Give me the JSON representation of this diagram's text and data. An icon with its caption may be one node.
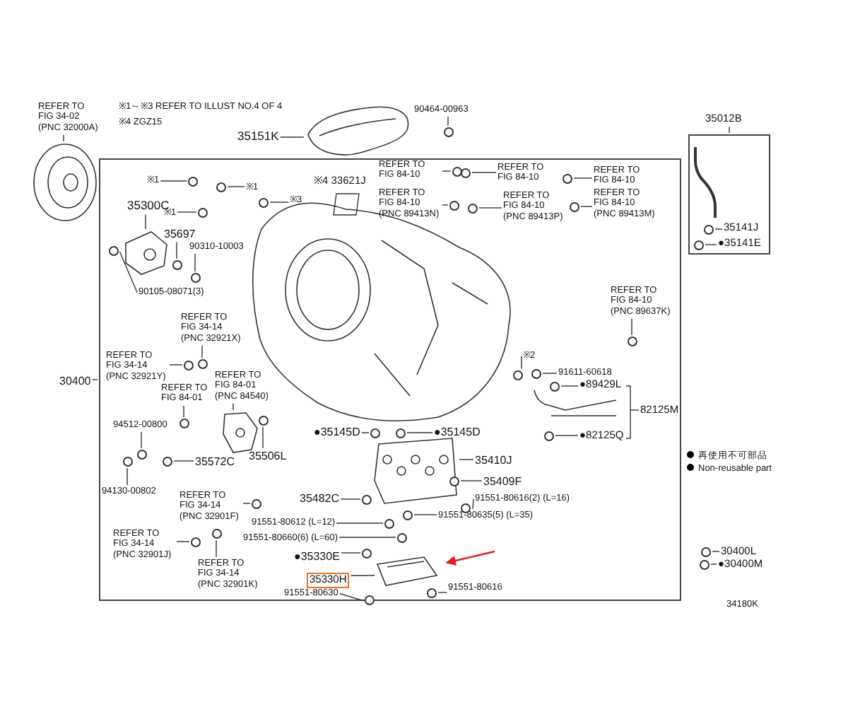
{
  "diagram": {
    "nodes": [
      {
        "text": [
          "REFER TO FIG 34-02 (PNC 32000A)"
        ]
      },
      {
        "text": [
          "35151K"
        ]
      },
      {
        "text": [
          "90464-00963"
        ]
      },
      {
        "text": [
          "35012B"
        ]
      },
      {
        "text": [],
        "shape": "box"
      },
      {
        "text": [
          "35141J"
        ],
        "in": 4
      },
      {
        "text": [
          "●35141E"
        ],
        "in": 4
      },
      {
        "text": [],
        "shape": "box"
      },
      {
        "text": [
          "※1"
        ],
        "in": 7
      },
      {
        "text": [
          "※1"
        ],
        "in": 7
      },
      {
        "text": [
          "※3"
        ],
        "in": 7
      },
      {
        "text": [
          "※1"
        ],
        "in": 7
      },
      {
        "text": [
          "35300C"
        ],
        "in": 7
      },
      {
        "text": [
          "35697"
        ],
        "in": 7
      },
      {
        "text": [
          "90310-10003"
        ],
        "in": 7
      },
      {
        "text": [
          "90105-08071(3)"
        ],
        "in": 7
      },
      {
        "text": [
          "REFER TO FIG 84-10"
        ],
        "in": 7
      },
      {
        "text": [
          "REFER TO FIG 84-10"
        ],
        "in": 7
      },
      {
        "text": [
          "REFER TO FIG 84-10 (PNC 89413N)"
        ],
        "in": 7
      },
      {
        "text": [
          "REFER TO FIG 84-10 (PNC 89413P)"
        ],
        "in": 7
      },
      {
        "text": [
          "REFER TO FIG 84-10"
        ],
        "in": 7
      },
      {
        "text": [
          "REFER TO FIG 84-10 (PNC 89413M)"
        ],
        "in": 7
      },
      {
        "text": [
          "REFER TO FIG 84-10 (PNC 89637K)"
        ],
        "in": 7
      },
      {
        "text": [
          "REFER TO FIG 34-14 (PNC 32921X)"
        ],
        "in": 7
      },
      {
        "text": [
          "REFER TO FIG 34-14 (PNC 32921Y)"
        ],
        "in": 7
      },
      {
        "text": [
          "REFER TO FIG 84-01 (PNC 84540)"
        ],
        "in": 7
      },
      {
        "text": [
          "REFER TO FIG 84-01"
        ],
        "in": 7
      },
      {
        "text": [
          "※2"
        ],
        "in": 7
      },
      {
        "text": [
          "91611-60618"
        ],
        "in": 7
      },
      {
        "text": [
          "●89429L"
        ],
        "in": 7
      },
      {
        "text": [
          "82125M"
        ],
        "in": 7
      },
      {
        "text": [
          "●82125Q"
        ],
        "in": 7
      },
      {
        "text": [
          "94512-00800"
        ],
        "in": 7
      },
      {
        "text": [
          "●35145D"
        ],
        "in": 7
      },
      {
        "text": [
          "●35145D"
        ],
        "in": 7
      },
      {
        "text": [
          "35410J"
        ],
        "in": 7
      },
      {
        "text": [
          "35572C"
        ],
        "in": 7
      },
      {
        "text": [
          "35506L"
        ],
        "in": 7
      },
      {
        "text": [
          "35409F"
        ],
        "in": 7
      },
      {
        "text": [
          "94130-00802"
        ],
        "in": 7
      },
      {
        "text": [
          "REFER TO FIG 34-14 (PNC 32901F)"
        ],
        "in": 7
      },
      {
        "text": [
          "35482C"
        ],
        "in": 7
      },
      {
        "text": [
          "91551-80616(2) (L=16)"
        ],
        "in": 7
      },
      {
        "text": [
          "91551-80612 (L=12)"
        ],
        "in": 7
      },
      {
        "text": [
          "91551-80635(5) (L=35)"
        ],
        "in": 7
      },
      {
        "text": [
          "REFER TO FIG 34-14 (PNC 32901J)"
        ],
        "in": 7
      },
      {
        "text": [
          "91551-80660(6) (L=60)"
        ],
        "in": 7
      },
      {
        "text": [
          "●35330E"
        ],
        "in": 7
      },
      {
        "text": [
          "REFER TO FIG 34-14 (PNC 32901K)"
        ],
        "in": 7
      },
      {
        "text": [
          "35330H"
        ],
        "in": 7
      },
      {
        "text": [
          "91551-80630"
        ],
        "in": 7
      },
      {
        "text": [
          "91551-80616"
        ],
        "in": 7
      },
      {
        "text": [
          "30400"
        ]
      },
      {
        "text": [
          "30400L"
        ]
      },
      {
        "text": [
          "●30400M"
        ]
      },
      {
        "text": [],
        "shape": "picture"
      },
      {
        "text": [],
        "shape": "picture"
      },
      {
        "text": [],
        "shape": "circle"
      },
      {
        "text": [],
        "shape": "circle",
        "in": 4
      },
      {
        "text": [],
        "shape": "circle",
        "in": 4
      },
      {
        "text": [],
        "shape": "circle",
        "in": 7
      },
      {
        "text": [],
        "shape": "circle",
        "in": 7
      },
      {
        "text": [],
        "shape": "circle",
        "in": 7
      },
      {
        "text": [],
        "shape": "circle",
        "in": 7
      },
      {
        "text": [],
        "shape": "picture",
        "in": 7
      },
      {
        "text": [],
        "shape": "circle",
        "in": 7
      },
      {
        "text": [],
        "shape": "circle",
        "in": 7
      },
      {
        "text": [],
        "shape": "circle",
        "in": 7
      },
      {
        "text": [],
        "shape": "circle",
        "in": 7
      },
      {
        "text": [],
        "shape": "circle",
        "in": 7
      },
      {
        "text": [],
        "shape": "circle",
        "in": 7
      },
      {
        "text": [],
        "shape": "circle",
        "in": 7
      },
      {
        "text": [],
        "shape": "circle",
        "in": 7
      },
      {
        "text": [],
        "shape": "circle",
        "in": 7
      },
      {
        "text": [],
        "shape": "circle",
        "in": 7
      },
      {
        "text": [],
        "shape": "circle",
        "in": 7
      },
      {
        "text": [],
        "shape": "circle",
        "in": 7
      },
      {
        "text": [],
        "shape": "picture",
        "in": 7
      },
      {
        "text": [],
        "shape": "circle",
        "in": 7
      },
      {
        "text": [],
        "shape": "circle",
        "in": 7
      },
      {
        "text": [],
        "shape": "circle",
        "in": 7
      },
      {
        "text": [],
        "shape": "circle",
        "in": 7
      },
      {
        "text": [],
        "shape": "circle",
        "in": 7
      },
      {
        "text": [],
        "shape": "circle",
        "in": 7
      },
      {
        "text": [],
        "shape": "circle",
        "in": 7
      },
      {
        "text": [],
        "shape": "circle",
        "in": 7
      },
      {
        "text": [],
        "shape": "picture",
        "in": 7
      },
      {
        "text": [],
        "shape": "circle",
        "in": 7
      },
      {
        "text": [],
        "shape": "circle",
        "in": 7
      },
      {
        "text": [],
        "shape": "circle",
        "in": 7
      },
      {
        "text": [],
        "shape": "circle",
        "in": 7
      },
      {
        "text": [],
        "shape": "circle",
        "in": 7
      },
      {
        "text": [],
        "shape": "circle",
        "in": 7
      },
      {
        "text": [],
        "shape": "circle",
        "in": 7
      },
      {
        "text": [],
        "shape": "circle",
        "in": 7
      },
      {
        "text": [],
        "shape": "circle",
        "in": 7
      },
      {
        "text": [],
        "shape": "circle",
        "in": 7
      },
      {
        "text": [],
        "shape": "circle",
        "in": 7
      },
      {
        "text": [],
        "shape": "circle",
        "in": 7
      },
      {
        "text": [],
        "shape": "circle",
        "in": 7
      },
      {
        "text": [],
        "shape": "picture",
        "in": 7
      },
      {
        "text": [],
        "shape": "circle",
        "in": 7
      },
      {
        "text": [],
        "shape": "circle",
        "in": 7
      },
      {
        "text": [],
        "shape": "circle"
      },
      {
        "text": [],
        "shape": "circle"
      }
    ],
    "edges": [
      {
        "from": 0,
        "to": 55,
        "arrow": "none"
      },
      {
        "from": 1,
        "to": 56,
        "arrow": "none"
      },
      {
        "from": 2,
        "to": 57,
        "arrow": "none"
      },
      {
        "from": 3,
        "to": 4,
        "arrow": "none"
      },
      {
        "from": 5,
        "to": 58,
        "arrow": "none"
      },
      {
        "from": 6,
        "to": 59,
        "arrow": "none"
      },
      {
        "from": 8,
        "to": 60,
        "arrow": "none"
      },
      {
        "from": 9,
        "to": 61,
        "arrow": "none"
      },
      {
        "from": 10,
        "to": 62,
        "arrow": "none"
      },
      {
        "from": 11,
        "to": 63,
        "arrow": "none"
      },
      {
        "from": 12,
        "to": 64,
        "arrow": "none"
      },
      {
        "from": 13,
        "to": 65,
        "arrow": "none"
      },
      {
        "from": 14,
        "to": 66,
        "arrow": "none"
      },
      {
        "from": 15,
        "to": 67,
        "arrow": "none"
      },
      {
        "from": 16,
        "to": 68,
        "arrow": "none"
      },
      {
        "from": 17,
        "to": 69,
        "arrow": "none"
      },
      {
        "from": 18,
        "to": 70,
        "arrow": "none"
      },
      {
        "from": 19,
        "to": 71,
        "arrow": "none"
      },
      {
        "from": 20,
        "to": 72,
        "arrow": "none"
      },
      {
        "from": 21,
        "to": 73,
        "arrow": "none"
      },
      {
        "from": 22,
        "to": 74,
        "arrow": "none"
      },
      {
        "from": 23,
        "to": 75,
        "arrow": "none"
      },
      {
        "from": 24,
        "to": 76,
        "arrow": "none"
      },
      {
        "from": 25,
        "to": 77,
        "arrow": "none"
      },
      {
        "from": 26,
        "to": 78,
        "arrow": "none"
      },
      {
        "from": 27,
        "to": 79,
        "arrow": "none"
      },
      {
        "from": 28,
        "to": 80,
        "arrow": "none"
      },
      {
        "from": 29,
        "to": 81,
        "arrow": "none"
      },
      {
        "from": 30,
        "to": null,
        "arrow": "none"
      },
      {
        "from": 31,
        "to": 82,
        "arrow": "none"
      },
      {
        "from": 32,
        "to": 83,
        "arrow": "none"
      },
      {
        "from": 33,
        "to": 84,
        "arrow": "none"
      },
      {
        "from": 34,
        "to": 85,
        "arrow": "none"
      },
      {
        "from": 35,
        "to": 86,
        "arrow": "none"
      },
      {
        "from": 36,
        "to": 87,
        "arrow": "none"
      },
      {
        "from": 37,
        "to": 88,
        "arrow": "none"
      },
      {
        "from": 38,
        "to": 89,
        "arrow": "none"
      },
      {
        "from": 39,
        "to": 90,
        "arrow": "none"
      },
      {
        "from": 40,
        "to": 91,
        "arrow": "none"
      },
      {
        "from": 41,
        "to": 92,
        "arrow": "none"
      },
      {
        "from": 42,
        "to": 93,
        "arrow": "none"
      },
      {
        "from": 43,
        "to": 94,
        "arrow": "none"
      },
      {
        "from": 44,
        "to": 95,
        "arrow": "none"
      },
      {
        "from": 45,
        "to": 96,
        "arrow": "none"
      },
      {
        "from": 46,
        "to": 97,
        "arrow": "none"
      },
      {
        "from": 47,
        "to": 98,
        "arrow": "none"
      },
      {
        "from": 48,
        "to": 99,
        "arrow": "none"
      },
      {
        "from": 49,
        "to": 100,
        "arrow": "none"
      },
      {
        "from": 50,
        "to": 101,
        "arrow": "none"
      },
      {
        "from": 51,
        "to": 102,
        "arrow": "none"
      },
      {
        "from": 52,
        "to": 7,
        "arrow": "none"
      },
      {
        "from": 53,
        "to": 103,
        "arrow": "none"
      },
      {
        "from": 54,
        "to": 104,
        "arrow": "none"
      }
    ],
    "labels": [
      "※1～※3 REFER TO ILLUST NO.4 OF 4",
      "※4 ZGZ15",
      "※4 33621J",
      "34180K"
    ],
    "legend": [
      {
        "text": "再使用不可部品",
        "color": "#000000"
      },
      {
        "text": "Non-reusable part",
        "color": "#000000"
      }
    ]
  }
}
